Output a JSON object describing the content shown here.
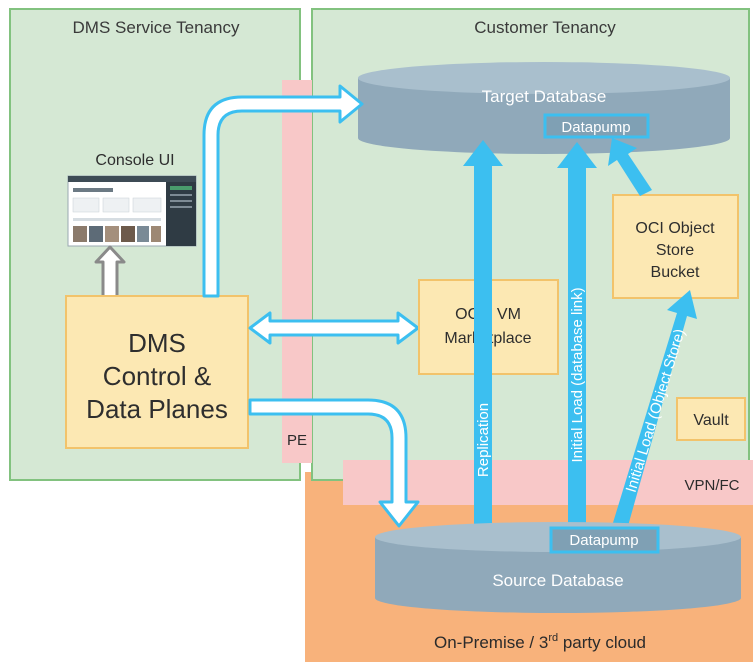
{
  "regions": {
    "dms_tenancy": "DMS Service Tenancy",
    "customer_tenancy": "Customer Tenancy",
    "on_premise_prefix": "On-Premise / 3",
    "on_premise_sup": "rd",
    "on_premise_suffix": " party cloud",
    "pe": "PE",
    "vpn": "VPN/FC"
  },
  "nodes": {
    "target_db": "Target Database",
    "target_datapump": "Datapump",
    "console_ui": "Console UI",
    "dms_line1": "DMS",
    "dms_line2": "Control &",
    "dms_line3": "Data Planes",
    "ogg_line1": "OGG VM",
    "ogg_line2": "Marketplace",
    "oci_line1": "OCI Object",
    "oci_line2": "Store",
    "oci_line3": "Bucket",
    "vault": "Vault",
    "source_db": "Source Database",
    "source_datapump": "Datapump"
  },
  "arrow_labels": {
    "replication": "Replication",
    "initial_load_db_link": "Initial Load (database link)",
    "initial_load_object_store": "Initial Load (Object Store)"
  },
  "colors": {
    "panel_fill": "#d5e8d4",
    "panel_border": "#82c27f",
    "on_prem_fill": "#f8b27b",
    "pe_fill": "#f8c8c8",
    "box_fill": "#fce8b3",
    "box_border": "#f2c36b",
    "arrow_fill": "#3cbff0",
    "db_fill": "#90a9ba",
    "db_top": "#a9bfcd"
  }
}
